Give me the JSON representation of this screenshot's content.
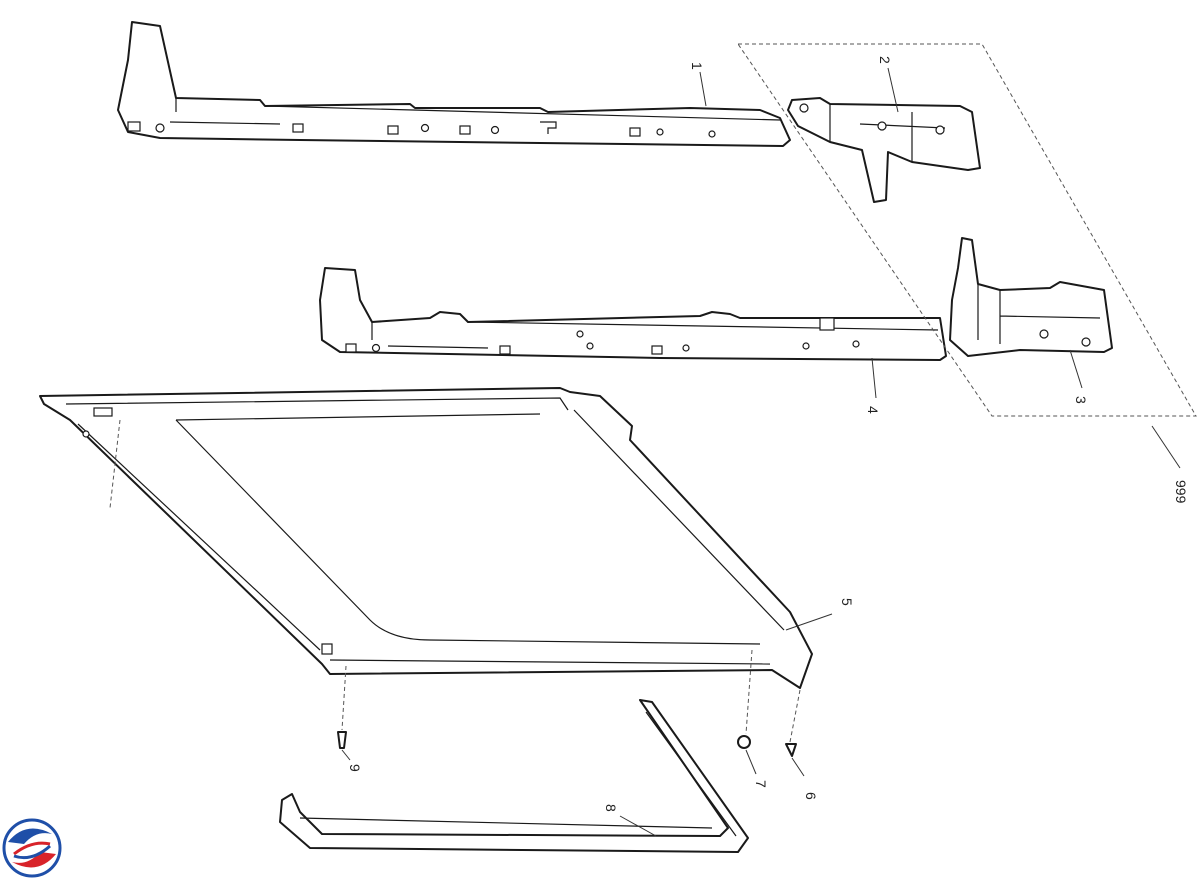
{
  "callouts": {
    "c1": "1",
    "c2": "2",
    "c3": "3",
    "c4": "4",
    "c5": "5",
    "c6": "6",
    "c7": "7",
    "c8": "8",
    "c9": "9",
    "c999": "999"
  },
  "colors": {
    "logo_blue": "#1f4fa8",
    "logo_red": "#d8232a",
    "line": "#1a1a1a"
  },
  "icons": {
    "logo": "brand-swirl-icon"
  }
}
